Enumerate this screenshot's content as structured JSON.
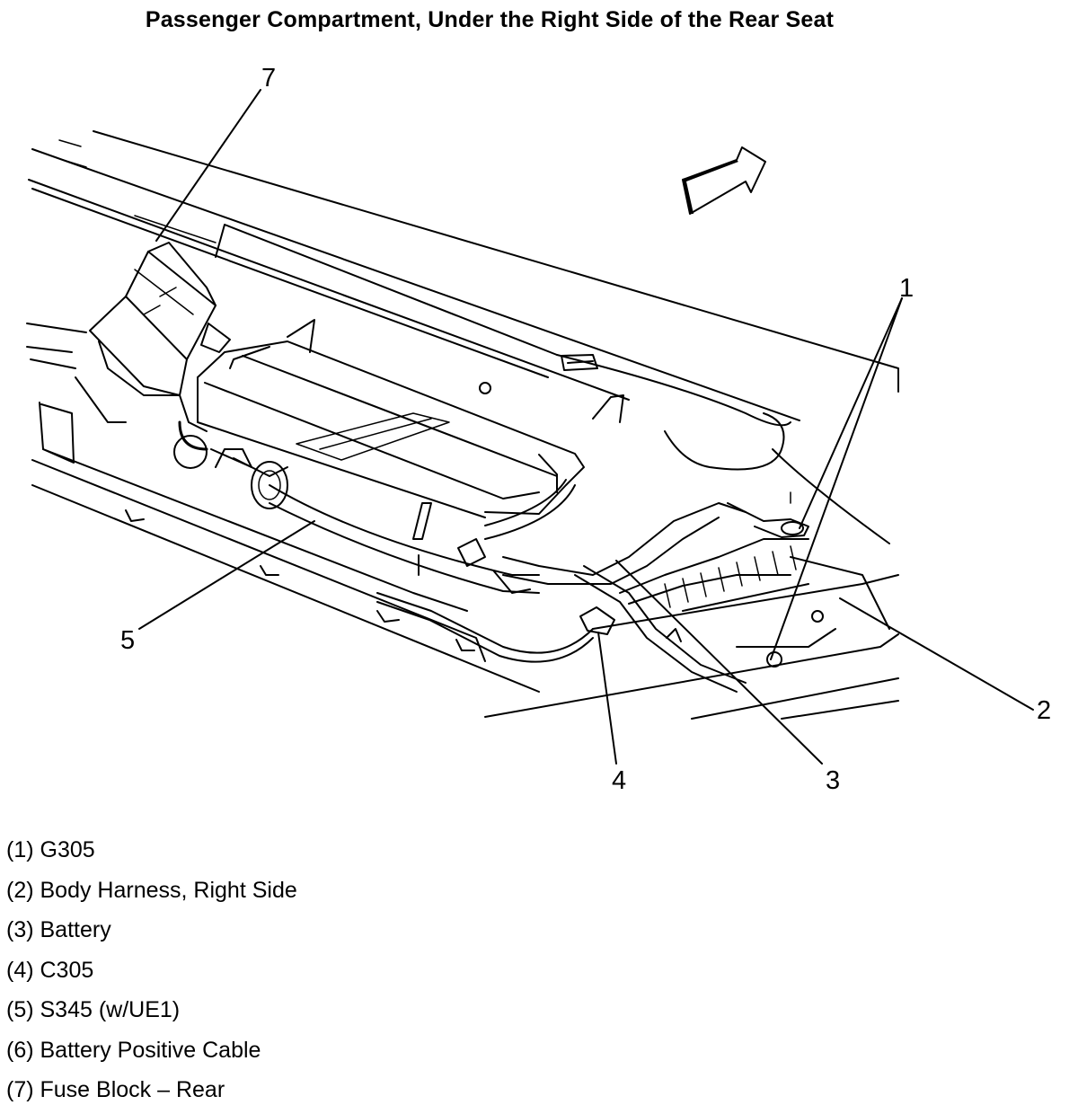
{
  "title": "Passenger Compartment, Under the Right Side of the  Rear Seat",
  "callouts": [
    "1",
    "2",
    "3",
    "4",
    "5",
    "7"
  ],
  "legend": [
    "(1) G305",
    "(2) Body Harness, Right Side",
    "(3) Battery",
    "(4) C305",
    "(5) S345 (w/UE1)",
    "(6) Battery Positive Cable",
    "(7) Fuse Block – Rear"
  ]
}
